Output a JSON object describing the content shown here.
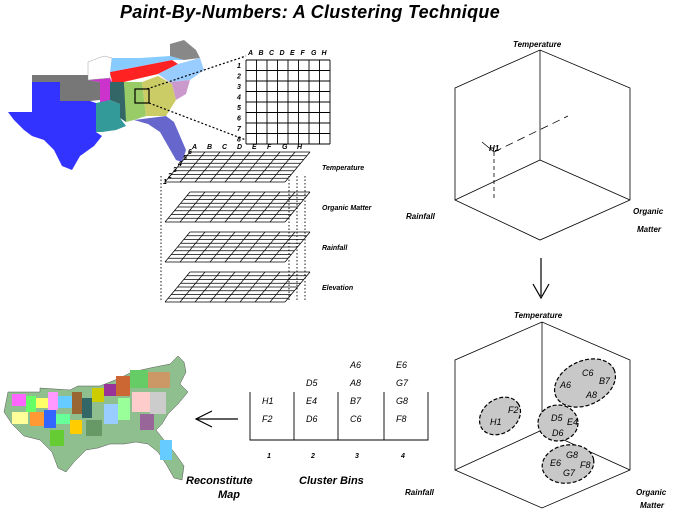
{
  "title": "Paint-By-Numbers:  A Clustering Technique",
  "grid": {
    "cols": [
      "A",
      "B",
      "C",
      "D",
      "E",
      "F",
      "G",
      "H"
    ],
    "rows": [
      "1",
      "2",
      "3",
      "4",
      "5",
      "6",
      "7",
      "8"
    ]
  },
  "layers": {
    "rows": [
      "6",
      "5",
      "4",
      "3",
      "2",
      "1"
    ],
    "names": [
      "Temperature",
      "Organic Matter",
      "Rainfall",
      "Elevation"
    ]
  },
  "cube_top": {
    "axis_top": "Temperature",
    "axis_left": "Rainfall",
    "axis_right_1": "Organic",
    "axis_right_2": "Matter",
    "point": "H1"
  },
  "cube_bottom": {
    "axis_top": "Temperature",
    "axis_left": "Rainfall",
    "axis_right_1": "Organic",
    "axis_right_2": "Matter",
    "clusters": [
      {
        "points": [
          "F2",
          "H1"
        ]
      },
      {
        "points": [
          "C6",
          "A6",
          "B7",
          "A8"
        ]
      },
      {
        "points": [
          "D5",
          "E4",
          "D6"
        ]
      },
      {
        "points": [
          "G8",
          "E6",
          "F8",
          "G7"
        ]
      }
    ]
  },
  "bins": {
    "columns": [
      {
        "number": "1",
        "items": [
          "H1",
          "F2"
        ]
      },
      {
        "number": "2",
        "items": [
          "D5",
          "E4",
          "D6"
        ]
      },
      {
        "number": "3",
        "items": [
          "A6",
          "A8",
          "B7",
          "C6"
        ]
      },
      {
        "number": "4",
        "items": [
          "E6",
          "G7",
          "G8",
          "F8"
        ]
      }
    ],
    "label": "Cluster Bins"
  },
  "reconstitute": {
    "line1": "Reconstitute",
    "line2": "Map"
  },
  "colors": {
    "texas": "#3333ff",
    "tennessee": "#ff2222",
    "kentucky": "#88ccff",
    "virginia": "#9999bb",
    "arkansas": "#cc33cc",
    "oklahoma": "#777777",
    "louisiana": "#339999",
    "mississippi": "#336666",
    "alabama": "#99cc66",
    "georgia": "#cccc66",
    "florida": "#6666cc",
    "cluster_fill": "#c8c8c8"
  }
}
